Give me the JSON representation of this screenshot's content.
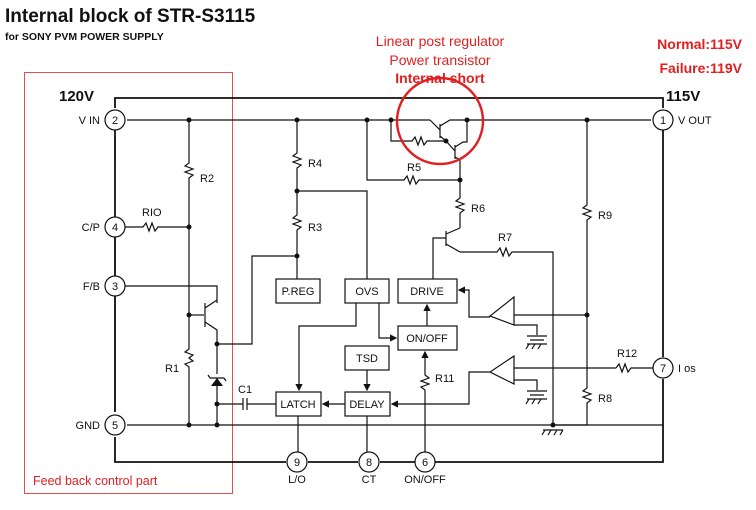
{
  "header": {
    "title": "Internal block of STR-S3115",
    "subtitle": "for SONY PVM POWER SUPPLY"
  },
  "annotation": {
    "line1": "Linear post regulator",
    "line2": "Power transistor",
    "line3": "Internal short"
  },
  "status": {
    "normal": "Normal:115V",
    "failure": "Failure:119V"
  },
  "voltages": {
    "input": "120V",
    "output": "115V"
  },
  "feedback_region_label": "Feed back control part",
  "pins": [
    {
      "num": "1",
      "label": "V OUT"
    },
    {
      "num": "2",
      "label": "V IN"
    },
    {
      "num": "3",
      "label": "F/B"
    },
    {
      "num": "4",
      "label": "C/P"
    },
    {
      "num": "5",
      "label": "GND"
    },
    {
      "num": "6",
      "label": "ON/OFF"
    },
    {
      "num": "7",
      "label": "I os"
    },
    {
      "num": "8",
      "label": "CT"
    },
    {
      "num": "9",
      "label": "L/O"
    }
  ],
  "blocks": {
    "preg": "P.REG",
    "ovs": "OVS",
    "drive": "DRIVE",
    "onoff": "ON/OFF",
    "tsd": "TSD",
    "latch": "LATCH",
    "delay": "DELAY"
  },
  "components": {
    "r1": "R1",
    "r2": "R2",
    "r3": "R3",
    "r4": "R4",
    "r5": "R5",
    "r6": "R6",
    "r7": "R7",
    "r8": "R8",
    "r9": "R9",
    "r10": "RIO",
    "r11": "R11",
    "r12": "R12",
    "c1": "C1"
  },
  "colors": {
    "highlight": "#e02020",
    "wire": "#111111"
  }
}
